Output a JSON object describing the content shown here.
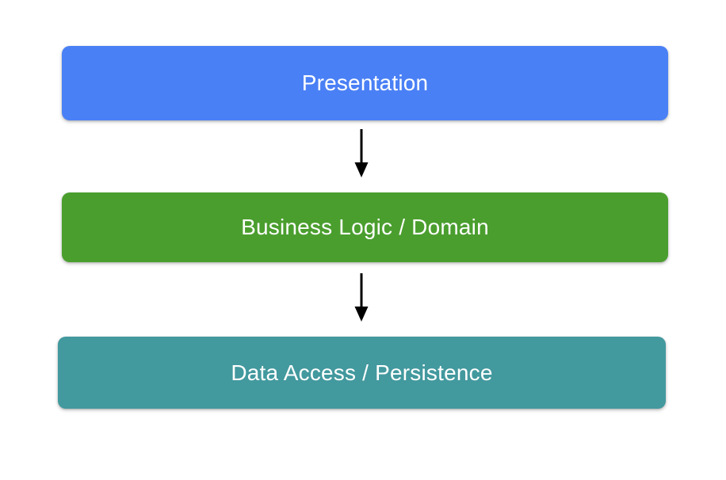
{
  "diagram": {
    "type": "layered-architecture-flow",
    "background_color": "#ffffff",
    "orientation": "vertical-top-down",
    "layers": [
      {
        "id": "presentation",
        "label": "Presentation",
        "color": "#4a80f5",
        "text_color": "#ffffff",
        "order": 1
      },
      {
        "id": "business",
        "label": "Business Logic / Domain",
        "color": "#4a9e2e",
        "text_color": "#ffffff",
        "order": 2
      },
      {
        "id": "data",
        "label": "Data Access / Persistence",
        "color": "#42999e",
        "text_color": "#ffffff",
        "order": 3
      }
    ],
    "connectors": [
      {
        "id": "presentation-to-business",
        "from": "presentation",
        "to": "business",
        "style": "solid-arrow-down",
        "color": "#000000"
      },
      {
        "id": "business-to-data",
        "from": "business",
        "to": "data",
        "style": "solid-arrow-down",
        "color": "#000000"
      }
    ]
  }
}
